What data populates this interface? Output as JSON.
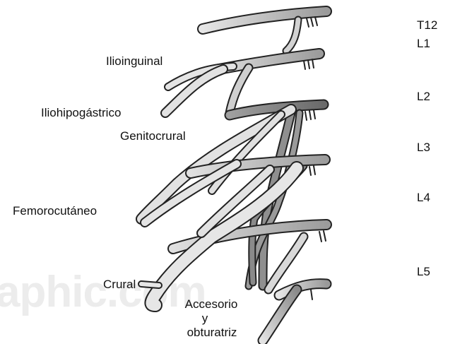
{
  "watermark": "aphic.com",
  "labels": {
    "ilioinguinal": "Ilioinguinal",
    "iliohipogastrico": "Iliohipogástrico",
    "genitocrural": "Genitocrural",
    "femorocutaneo": "Femorocutáneo",
    "crural": "Crural",
    "accesorio_1": "Accesorio",
    "accesorio_2": "y",
    "accesorio_3": "obturatriz"
  },
  "levels": [
    "T12",
    "L1",
    "L2",
    "L3",
    "L4",
    "L5"
  ],
  "colors": {
    "nerve_fill": "#dcdcdc",
    "nerve_dark": "#8c8c8c",
    "outline": "#222222",
    "watermark": "#ececec"
  }
}
